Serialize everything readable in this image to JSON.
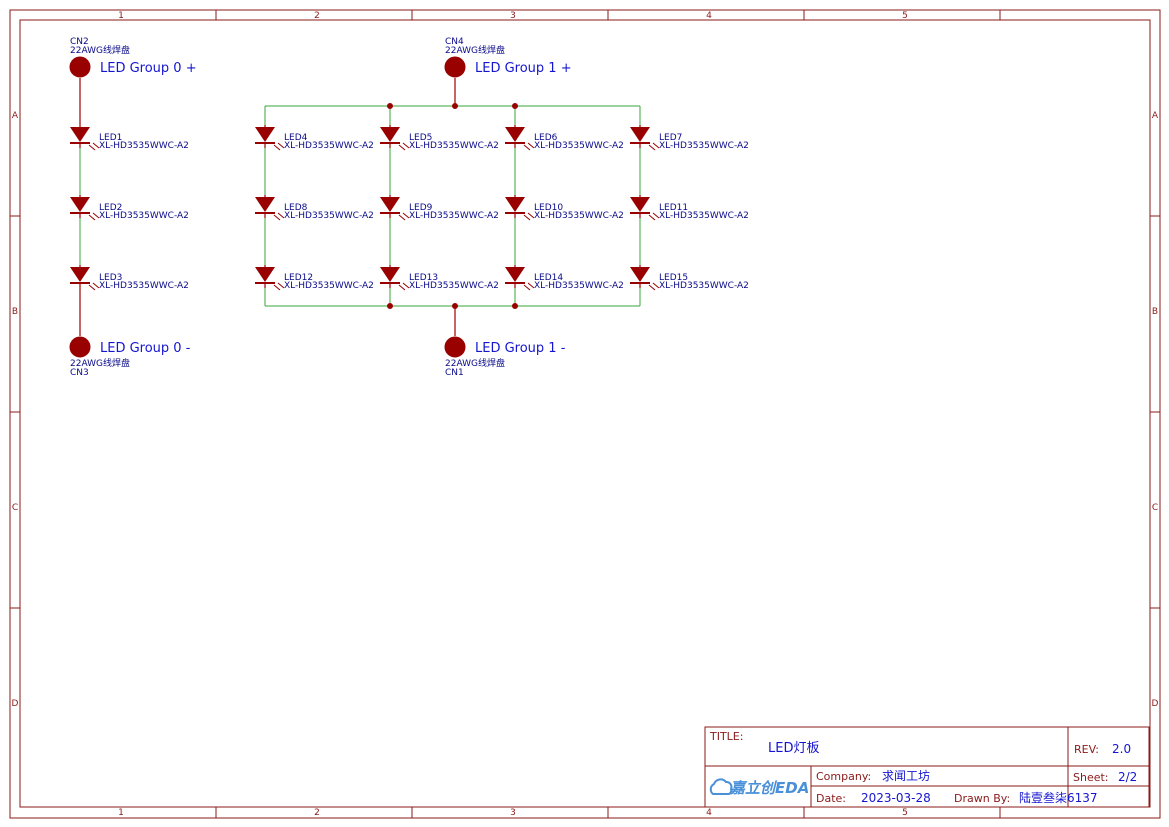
{
  "sheet": {
    "column_labels": [
      "1",
      "2",
      "3",
      "4",
      "5"
    ],
    "row_labels": [
      "A",
      "B",
      "C",
      "D"
    ]
  },
  "connectors": [
    {
      "designator": "CN2",
      "footprint": "22AWG线焊盘",
      "net": "LED Group 0 +",
      "side": "top"
    },
    {
      "designator": "CN4",
      "footprint": "22AWG线焊盘",
      "net": "LED Group 1 +",
      "side": "top"
    },
    {
      "designator": "CN3",
      "footprint": "22AWG线焊盘",
      "net": "LED Group 0 -",
      "side": "bottom"
    },
    {
      "designator": "CN1",
      "footprint": "22AWG线焊盘",
      "net": "LED Group 1 -",
      "side": "bottom"
    }
  ],
  "leds": [
    {
      "designator": "LED1",
      "part": "XL-HD3535WWC-A2"
    },
    {
      "designator": "LED2",
      "part": "XL-HD3535WWC-A2"
    },
    {
      "designator": "LED3",
      "part": "XL-HD3535WWC-A2"
    },
    {
      "designator": "LED4",
      "part": "XL-HD3535WWC-A2"
    },
    {
      "designator": "LED5",
      "part": "XL-HD3535WWC-A2"
    },
    {
      "designator": "LED6",
      "part": "XL-HD3535WWC-A2"
    },
    {
      "designator": "LED7",
      "part": "XL-HD3535WWC-A2"
    },
    {
      "designator": "LED8",
      "part": "XL-HD3535WWC-A2"
    },
    {
      "designator": "LED9",
      "part": "XL-HD3535WWC-A2"
    },
    {
      "designator": "LED10",
      "part": "XL-HD3535WWC-A2"
    },
    {
      "designator": "LED11",
      "part": "XL-HD3535WWC-A2"
    },
    {
      "designator": "LED12",
      "part": "XL-HD3535WWC-A2"
    },
    {
      "designator": "LED13",
      "part": "XL-HD3535WWC-A2"
    },
    {
      "designator": "LED14",
      "part": "XL-HD3535WWC-A2"
    },
    {
      "designator": "LED15",
      "part": "XL-HD3535WWC-A2"
    }
  ],
  "title_block": {
    "title_label": "TITLE:",
    "title": "LED灯板",
    "rev_label": "REV:",
    "rev": "2.0",
    "company_label": "Company:",
    "company": "求闻工坊",
    "sheet_label": "Sheet:",
    "sheet": "2/2",
    "date_label": "Date:",
    "date": "2023-03-28",
    "drawn_by_label": "Drawn By:",
    "drawn_by": "陆壹叁柒6137",
    "logo_text": "嘉立创EDA"
  },
  "colors": {
    "frame": "#8b1a1a",
    "wire": "#3aa63a",
    "component": "#990000",
    "text_blue": "#1515d0"
  }
}
